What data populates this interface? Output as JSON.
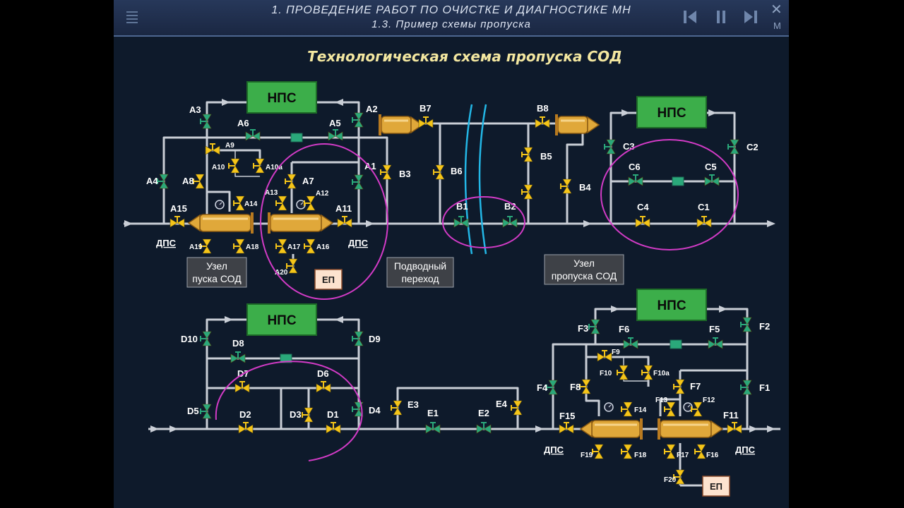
{
  "header": {
    "line1": "1. ПРОВЕДЕНИЕ РАБОТ ПО ОЧИСТКЕ И ДИАГНОСТИКЕ МН",
    "line2": "1.3.  Пример схемы пропуска",
    "close_label": "✕",
    "m_label": "M"
  },
  "diagram": {
    "title": "Технологическая схема пропуска СОД",
    "nps_label": "НПС",
    "ep_label": "ЕП",
    "dps_label": "ДПС",
    "callouts": {
      "launch_1": "Узел",
      "launch_2": "пуска СОД",
      "underwater_1": "Подводный",
      "underwater_2": "переход",
      "pass_1": "Узел",
      "pass_2": "пропуска СОД"
    },
    "valves": {
      "A1": "A1",
      "A2": "A2",
      "A3": "A3",
      "A4": "A4",
      "A5": "A5",
      "A6": "A6",
      "A7": "A7",
      "A8": "A8",
      "A9": "A9",
      "A10": "A10",
      "A10a": "A10a",
      "A11": "A11",
      "A12": "A12",
      "A13": "A13",
      "A14": "A14",
      "A15": "A15",
      "A16": "A16",
      "A17": "A17",
      "A18": "A18",
      "A19": "A19",
      "A20": "A20",
      "B1": "B1",
      "B2": "B2",
      "B3": "B3",
      "B4": "B4",
      "B5": "B5",
      "B6": "B6",
      "B7": "B7",
      "B8": "B8",
      "C1": "C1",
      "C2": "C2",
      "C3": "C3",
      "C4": "C4",
      "C5": "C5",
      "C6": "C6",
      "D1": "D1",
      "D2": "D2",
      "D3": "D3",
      "D4": "D4",
      "D5": "D5",
      "D6": "D6",
      "D7": "D7",
      "D8": "D8",
      "D9": "D9",
      "D10": "D10",
      "E1": "E1",
      "E2": "E2",
      "E3": "E3",
      "E4": "E4",
      "F1": "F1",
      "F2": "F2",
      "F3": "F3",
      "F4": "F4",
      "F5": "F5",
      "F6": "F6",
      "F7": "F7",
      "F8": "F8",
      "F9": "F9",
      "F10": "F10",
      "F10a": "F10a",
      "F11": "F11",
      "F12": "F12",
      "F13": "F13",
      "F14": "F14",
      "F15": "F15",
      "F16": "F16",
      "F17": "F17",
      "F18": "F18",
      "F19": "F19",
      "F20": "F20"
    },
    "colors": {
      "background": "#0e1a2b",
      "pipe": "#c9ced6",
      "valve_closed": "#f5c518",
      "valve_open": "#2aa87a",
      "nps_fill": "#3cae4a",
      "highlight": "#d23bc6",
      "water": "#23b7e6",
      "trap": "#e0a83a",
      "ep_fill": "#fde3cf"
    }
  }
}
